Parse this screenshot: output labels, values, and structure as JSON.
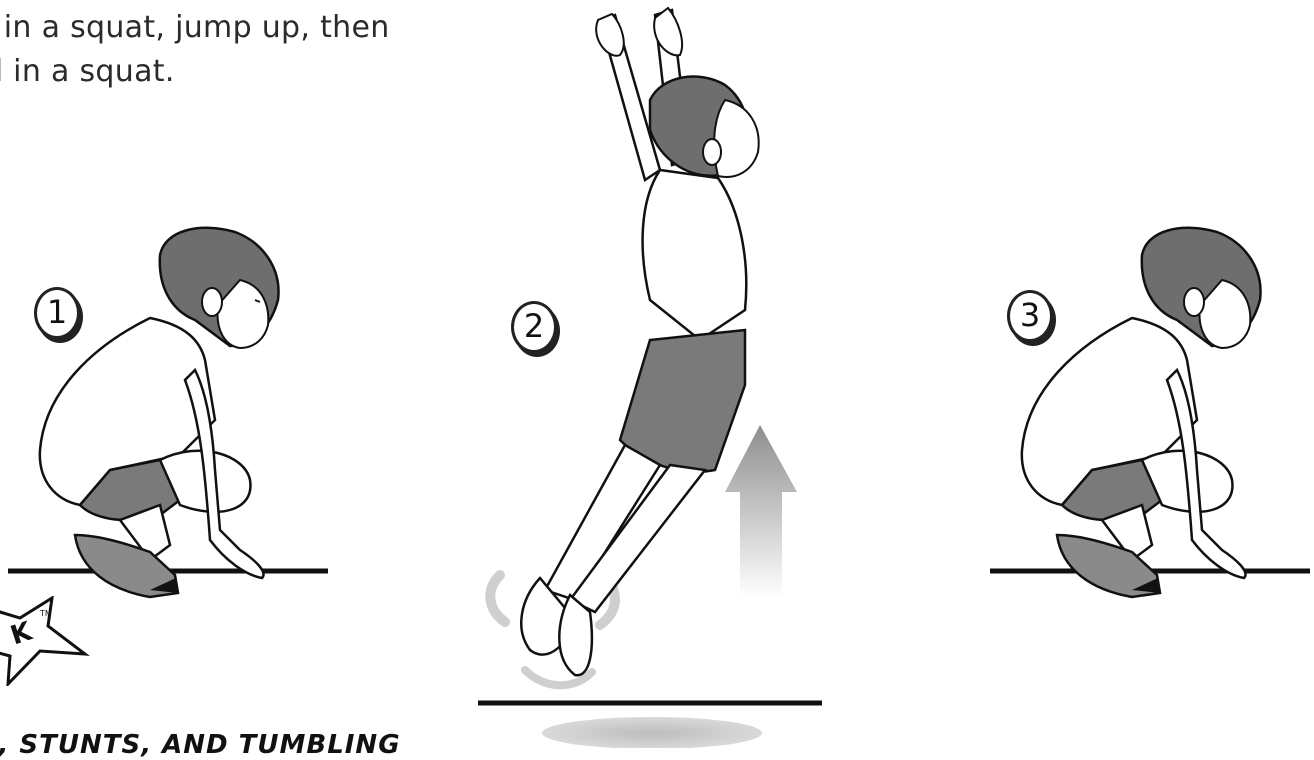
{
  "instruction": {
    "line1": "in in a squat, jump up, then",
    "line2": "d in a squat."
  },
  "steps": [
    {
      "number": "1"
    },
    {
      "number": "2"
    },
    {
      "number": "3"
    }
  ],
  "logo": {
    "mark": "K",
    "tm": "TM"
  },
  "footer": {
    "text": "ES, STUNTS, AND TUMBLING"
  },
  "colors": {
    "line": "#111111",
    "hair": "#6e6e6e",
    "shorts": "#7a7a7a",
    "arrow": "#9a9a9a",
    "shadow": "#c8c8c8"
  }
}
